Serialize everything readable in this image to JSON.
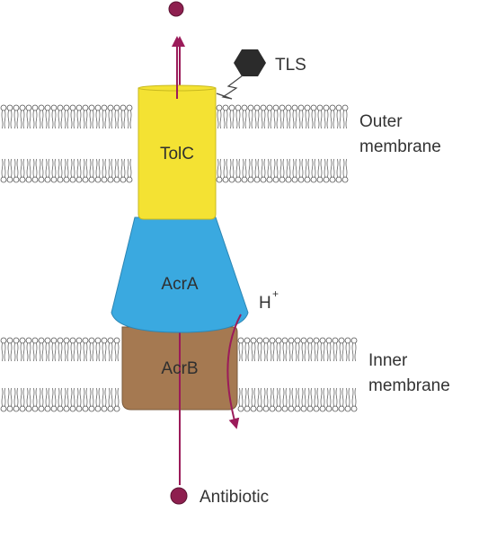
{
  "labels": {
    "tls": "TLS",
    "outer_membrane_line1": "Outer",
    "outer_membrane_line2": "membrane",
    "inner_membrane_line1": "Inner",
    "inner_membrane_line2": "membrane",
    "tolc": "TolC",
    "acra": "AcrA",
    "acrb": "AcrB",
    "proton": "H",
    "proton_charge": "+",
    "antibiotic": "Antibiotic"
  },
  "colors": {
    "tolc": "#f4e233",
    "acra": "#3aa9e0",
    "acrb": "#a57951",
    "arrow": "#9b1b5a",
    "antibiotic_dot": "#8e1f4f",
    "tls_hexagon": "#2b2b2b",
    "membrane_line": "#555555"
  }
}
